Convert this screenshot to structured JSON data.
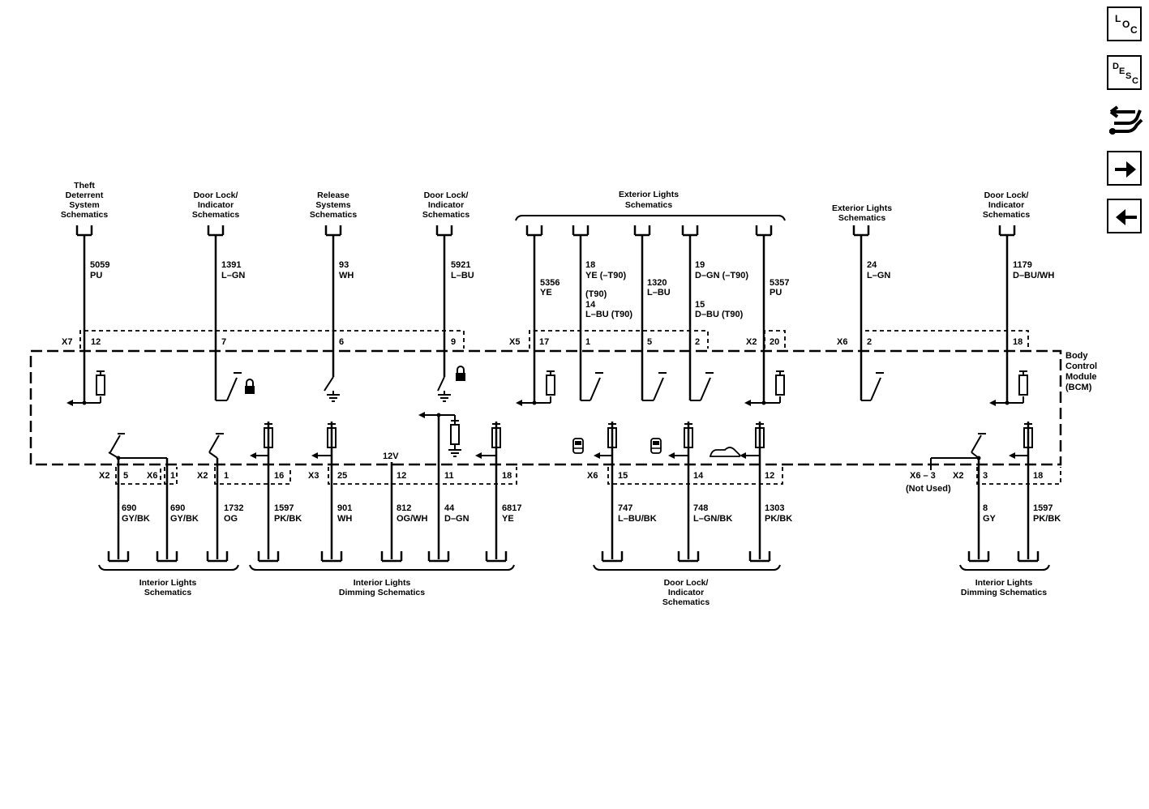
{
  "nav": {
    "loc": [
      "L",
      "O",
      "C"
    ],
    "desc": [
      "D",
      "E",
      "S",
      "C"
    ]
  },
  "module": {
    "label": [
      "Body",
      "Control",
      "Module",
      "(BCM)"
    ]
  },
  "top_refs": [
    {
      "lines": [
        "Theft",
        "Deterrent",
        "System",
        "Schematics"
      ]
    },
    {
      "lines": [
        "Door Lock/",
        "Indicator",
        "Schematics"
      ]
    },
    {
      "lines": [
        "Release",
        "Systems",
        "Schematics"
      ]
    },
    {
      "lines": [
        "Door Lock/",
        "Indicator",
        "Schematics"
      ]
    },
    {
      "lines": [
        "Exterior Lights",
        "Schematics"
      ]
    },
    {
      "lines": [
        "Exterior Lights",
        "Schematics"
      ]
    },
    {
      "lines": [
        "Door Lock/",
        "Indicator",
        "Schematics"
      ]
    }
  ],
  "top_wires": [
    {
      "lines": [
        "5059",
        "PU"
      ]
    },
    {
      "lines": [
        "1391",
        "L–GN"
      ]
    },
    {
      "lines": [
        "93",
        "WH"
      ]
    },
    {
      "lines": [
        "5921",
        "L–BU"
      ]
    },
    {
      "lines": [
        "5356",
        "YE"
      ]
    },
    {
      "lines": [
        "18",
        "YE (–T90)"
      ]
    },
    {
      "lines": [
        "(T90)",
        "14",
        "L–BU (T90)"
      ]
    },
    {
      "lines": [
        "1320",
        "L–BU"
      ]
    },
    {
      "lines": [
        "19",
        "D–GN (–T90)"
      ]
    },
    {
      "lines": [
        "15",
        "D–BU (T90)"
      ]
    },
    {
      "lines": [
        "5357",
        "PU"
      ]
    },
    {
      "lines": [
        "24",
        "L–GN"
      ]
    },
    {
      "lines": [
        "1179",
        "D–BU/WH"
      ]
    }
  ],
  "top_connectors": [
    "X7",
    "X5",
    "X2",
    "X6"
  ],
  "top_pins": [
    "12",
    "7",
    "6",
    "9",
    "17",
    "1",
    "5",
    "2",
    "20",
    "2",
    "18"
  ],
  "bottom_connectors": [
    "X2",
    "X6",
    "X2",
    "X3",
    "X6",
    "X6 – 3",
    "(Not Used)",
    "X2"
  ],
  "bottom_pins": [
    "5",
    "1",
    "1",
    "16",
    "25",
    "12",
    "11",
    "18",
    "15",
    "14",
    "12",
    "3",
    "18"
  ],
  "voltage_label": "12V",
  "bottom_wires": [
    {
      "lines": [
        "690",
        "GY/BK"
      ]
    },
    {
      "lines": [
        "690",
        "GY/BK"
      ]
    },
    {
      "lines": [
        "1732",
        "OG"
      ]
    },
    {
      "lines": [
        "1597",
        "PK/BK"
      ]
    },
    {
      "lines": [
        "901",
        "WH"
      ]
    },
    {
      "lines": [
        "812",
        "OG/WH"
      ]
    },
    {
      "lines": [
        "44",
        "D–GN"
      ]
    },
    {
      "lines": [
        "6817",
        "YE"
      ]
    },
    {
      "lines": [
        "747",
        "L–BU/BK"
      ]
    },
    {
      "lines": [
        "748",
        "L–GN/BK"
      ]
    },
    {
      "lines": [
        "1303",
        "PK/BK"
      ]
    },
    {
      "lines": [
        "8",
        "GY"
      ]
    },
    {
      "lines": [
        "1597",
        "PK/BK"
      ]
    }
  ],
  "bottom_refs": [
    {
      "lines": [
        "Interior Lights",
        "Schematics"
      ]
    },
    {
      "lines": [
        "Interior Lights",
        "Dimming Schematics"
      ]
    },
    {
      "lines": [
        "Door Lock/",
        "Indicator",
        "Schematics"
      ]
    },
    {
      "lines": [
        "Interior Lights",
        "Dimming Schematics"
      ]
    }
  ]
}
